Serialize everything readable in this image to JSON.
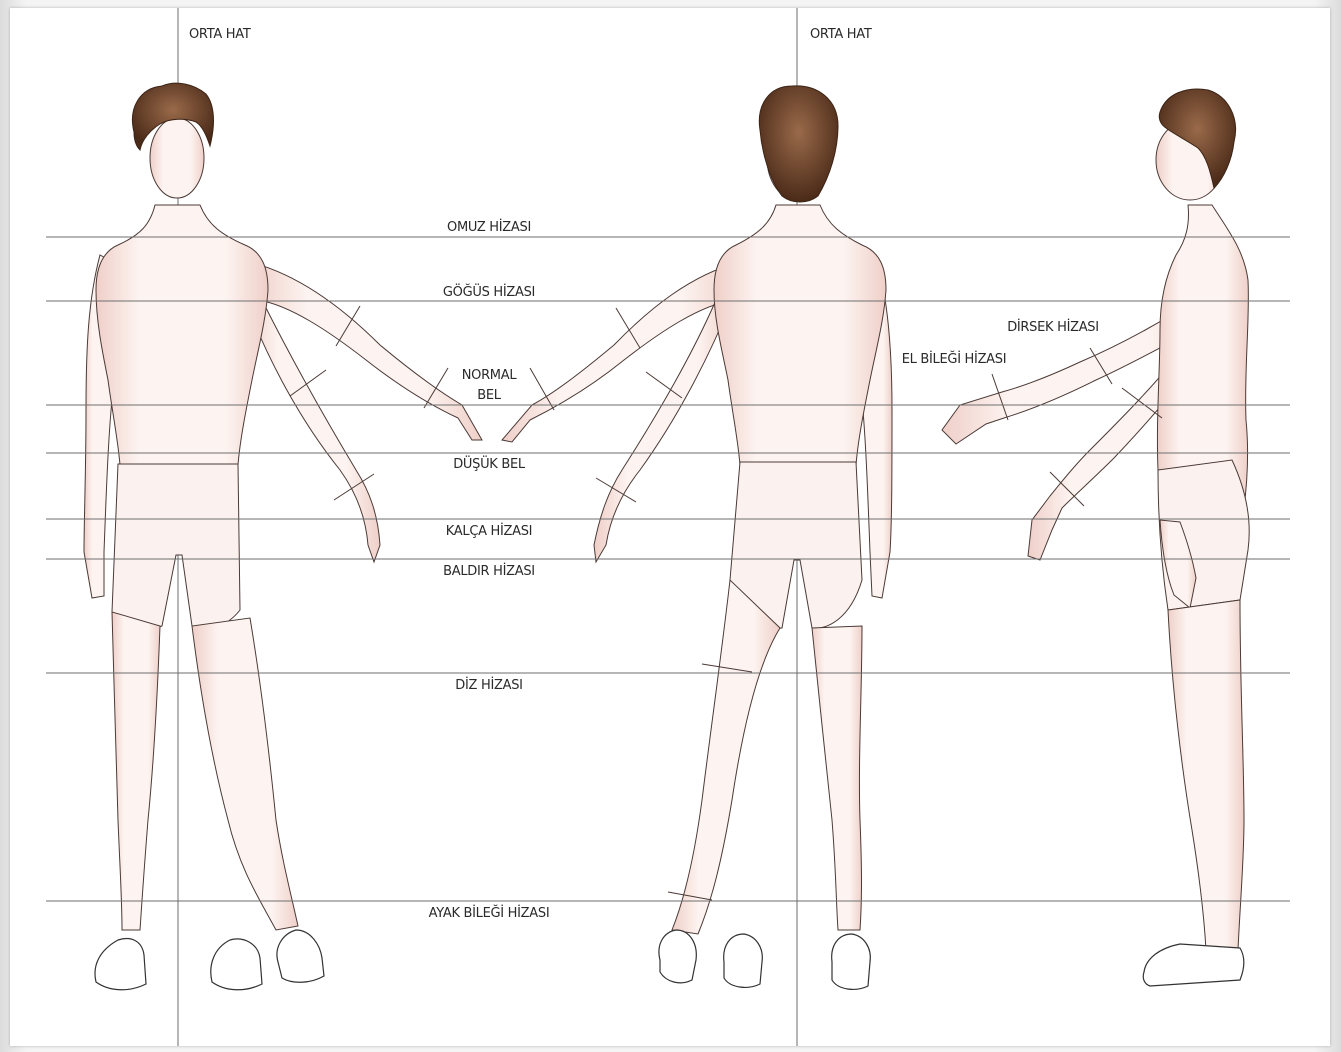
{
  "labels": {
    "center_line_front": "ORTA HAT",
    "center_line_back": "ORTA HAT",
    "shoulder": "OMUZ HİZASI",
    "chest": "GÖĞÜS HİZASI",
    "normal_waist_1": "NORMAL",
    "normal_waist_2": "BEL",
    "low_waist": "DÜŞÜK BEL",
    "hip": "KALÇA HİZASI",
    "calf": "BALDIR HİZASI",
    "knee": "DİZ HİZASI",
    "ankle": "AYAK BİLEĞİ HİZASI",
    "elbow": "DİRSEK HİZASI",
    "wrist": "EL BİLEĞİ HİZASI"
  },
  "colors": {
    "skin_light": "#fdf4f1",
    "skin_shadow": "#ecc8c0",
    "outline": "#4b3a36",
    "hair_dark": "#4a2a18",
    "hair_light": "#9a6a4a",
    "guide_line": "#6e6e6e"
  },
  "figures": [
    {
      "view": "front",
      "icon": "front-figure"
    },
    {
      "view": "back",
      "icon": "back-figure"
    },
    {
      "view": "side",
      "icon": "side-figure"
    }
  ]
}
